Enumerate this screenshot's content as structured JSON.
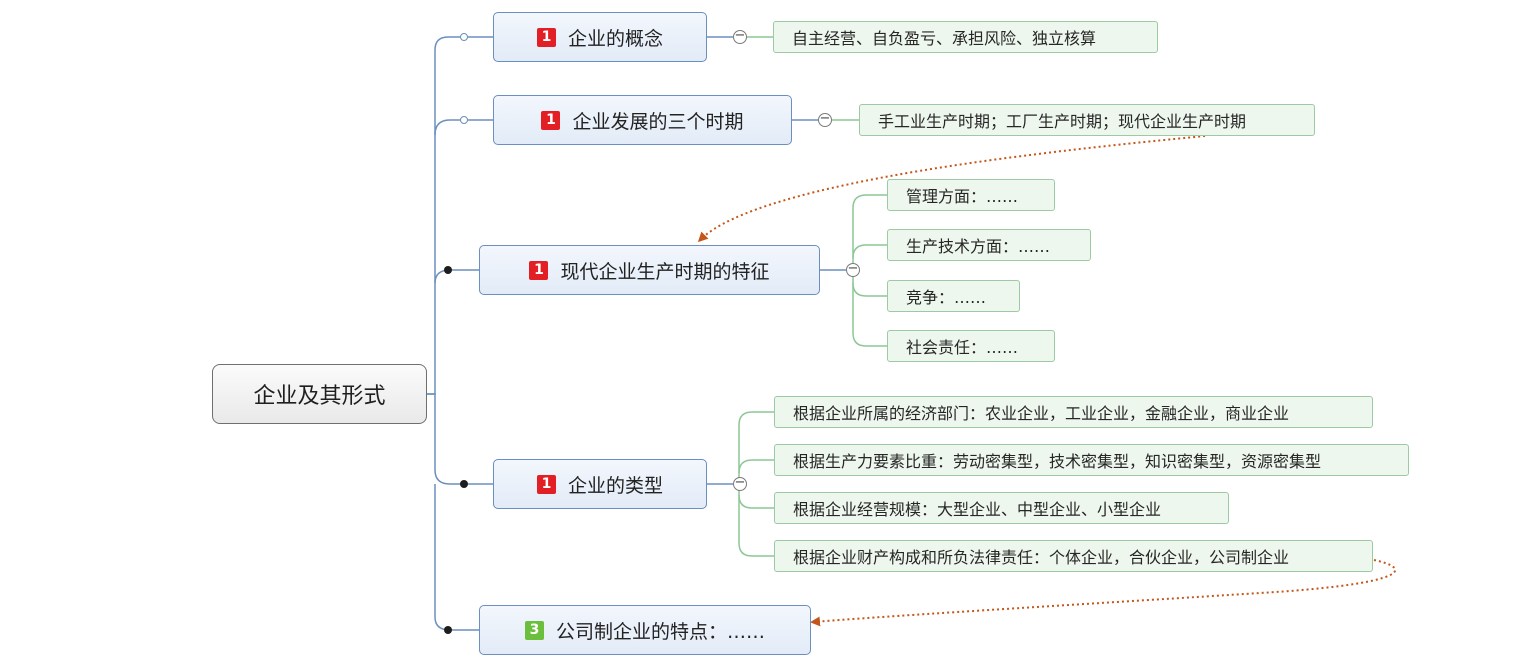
{
  "root": {
    "label": "企业及其形式"
  },
  "topics": [
    {
      "label": "企业的概念",
      "badge": "1",
      "badge_color": "#e31f26",
      "children": [
        "自主经营、自负盈亏、承担风险、独立核算"
      ]
    },
    {
      "label": "企业发展的三个时期",
      "badge": "1",
      "badge_color": "#e31f26",
      "children": [
        "手工业生产时期；工厂生产时期；现代企业生产时期"
      ]
    },
    {
      "label": "现代企业生产时期的特征",
      "badge": "1",
      "badge_color": "#e31f26",
      "children": [
        "管理方面：……",
        "生产技术方面：……",
        "竞争：……",
        "社会责任：……"
      ]
    },
    {
      "label": "企业的类型",
      "badge": "1",
      "badge_color": "#e31f26",
      "children": [
        "根据企业所属的经济部门：农业企业，工业企业，金融企业，商业企业",
        "根据生产力要素比重：劳动密集型，技术密集型，知识密集型，资源密集型",
        "根据企业经营规模：大型企业、中型企业、小型企业",
        "根据企业财产构成和所负法律责任：个体企业，合伙企业，公司制企业"
      ]
    },
    {
      "label": "公司制企业的特点：……",
      "badge": "3",
      "badge_color": "#6bbf3c",
      "children": []
    }
  ],
  "colors": {
    "main_branch": "#6b8fbf",
    "leaf_branch": "#8cc796",
    "relationship_arrow": "#c5561b"
  },
  "collapse_symbol": "−",
  "relationships": [
    {
      "from": "手工业生产时期；工厂生产时期；现代企业生产时期",
      "to": "现代企业生产时期的特征"
    },
    {
      "from": "根据企业财产构成和所负法律责任：个体企业，合伙企业，公司制企业",
      "to": "公司制企业的特点：……"
    }
  ]
}
